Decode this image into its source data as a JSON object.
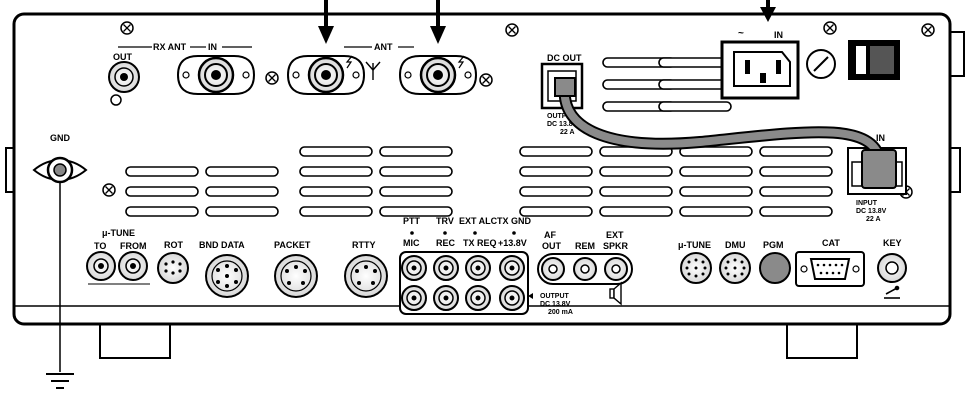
{
  "labels": {
    "rx_ant": "RX ANT",
    "rx_ant_in": "IN",
    "rx_ant_out": "OUT",
    "ant": "ANT",
    "dc_out": "DC OUT",
    "dc_out_output": "OUTPUT",
    "dc_out_spec": "DC 13.8V",
    "dc_out_amps": "22 A",
    "ac_in": "IN",
    "dc_in": "IN",
    "input": "INPUT",
    "input_spec": "DC 13.8V",
    "input_amps": "22 A",
    "gnd": "GND",
    "mu_tune": "μ-TUNE",
    "to": "TO",
    "from": "FROM",
    "rot": "ROT",
    "bnd_data": "BND DATA",
    "packet": "PACKET",
    "rtty": "RTTY",
    "ptt": "PTT",
    "mic": "MIC",
    "trv": "TRV",
    "rec": "REC",
    "ext_alc": "EXT ALC",
    "tx_req": "TX REQ",
    "tx_gnd": "TX GND",
    "plus_13_8v": "+13.8V",
    "af": "AF",
    "af_out": "OUT",
    "rem": "REM",
    "ext": "EXT",
    "spkr": "SPKR",
    "output": "OUTPUT",
    "output_spec": "DC 13.8V",
    "output_ma": "200 mA",
    "mu_tune_right": "μ-TUNE",
    "dmu": "DMU",
    "pgm": "PGM",
    "cat": "CAT",
    "key": "KEY"
  }
}
